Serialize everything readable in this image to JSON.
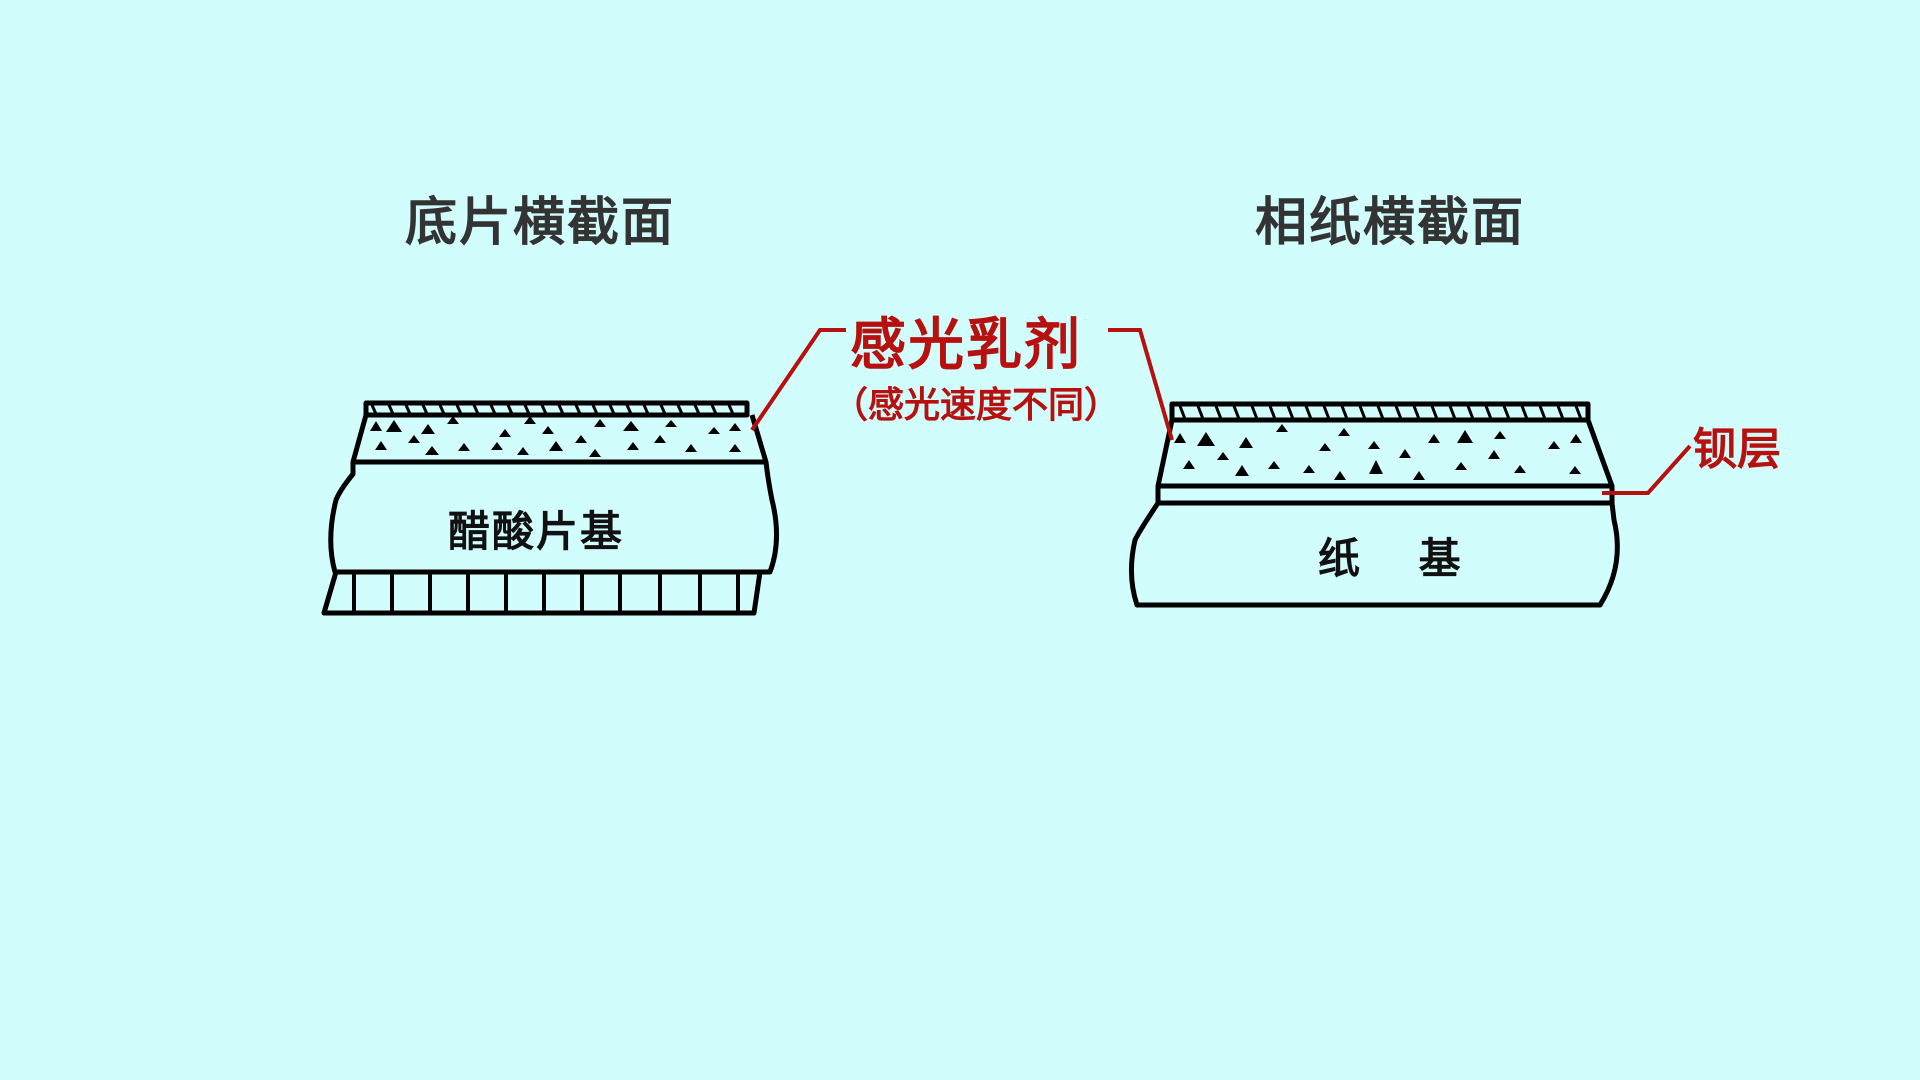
{
  "background_color": "#D1FDFD",
  "accent_color": "#B80F0F",
  "titles": {
    "film_cross_section": "底片横截面",
    "paper_cross_section": "相纸横截面"
  },
  "labels": {
    "emulsion": "感光乳剂",
    "emulsion_note": "（感光速度不同）",
    "baryta_layer": "钡层",
    "film_base": "醋酸片基",
    "paper_base": "纸 基"
  },
  "film_diagram": {
    "layers_top_to_bottom": [
      "protective-layer",
      "emulsion-layer",
      "acetate-base",
      "backing-layer"
    ]
  },
  "paper_diagram": {
    "layers_top_to_bottom": [
      "protective-layer",
      "emulsion-layer",
      "baryta-layer",
      "paper-base"
    ]
  }
}
